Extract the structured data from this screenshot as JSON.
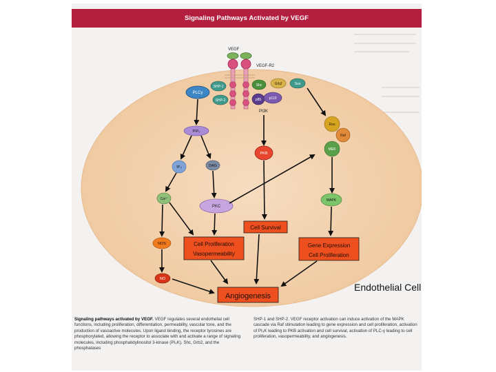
{
  "header": {
    "title": "Signaling Pathways Activated by VEGF"
  },
  "cell_label": "Endothelial Cell",
  "receptor": {
    "ligand": "VEGF",
    "receptor": "VEGF-R2"
  },
  "nodes": {
    "shc": "Shc",
    "grb2": "Grb2",
    "sos": "Sos",
    "plc": "PLCγ",
    "pi3k_small": "SHP-1",
    "shp2": "SHP-2",
    "p85": "p85",
    "p110": "p110",
    "pi3k": "PI3K",
    "pip2": "PIP₂",
    "ip3": "IP₃",
    "dag": "DAG",
    "ca": "Ca²⁺",
    "pkc": "PKC",
    "pkb": "PKB",
    "ras": "Ras",
    "raf": "Raf",
    "mek": "MEK",
    "mapk": "MAPK",
    "nos": "NOS",
    "no": "NO"
  },
  "outcomes": {
    "survival": "Cell Survival",
    "prolif_1": "Cell Proliferation",
    "prolif_2": "Vasopermeability",
    "gene_1": "Gene Expression",
    "gene_2": "Cell Proliferation",
    "angio": "Angiogenesis"
  },
  "caption": {
    "left_lead": "Signaling pathways activated by VEGF.",
    "left_body": " VEGF regulates several endothelial cell functions, including proliferation, differentiation, permeability, vascular tone, and the production of vasoactive molecules. Upon ligand binding, the receptor tyrosines are phosphorylated, allowing the receptor to associate with and activate a range of signaling molecules, including phosphatidylinositol 3-kinase (PI₃K), Shc, Grb2, and the phosphatases",
    "right_body": "SHP-1 and SHP-2. VEGF receptor activation can induce activation of the MAPK cascade via Raf stimulation leading to gene expression and cell proliferation, activation of PI₃K leading to PKB activation and cell survival, activation of PLC-γ leading to cell proliferation, vasopermeability, and angiogenesis."
  },
  "colors": {
    "header": "#b31f3f",
    "cell": "#f3d3b0",
    "outcome_box": "#ee4f1f",
    "outcome_text": "#1c0d06",
    "survival_box": "#ee4f1f"
  }
}
